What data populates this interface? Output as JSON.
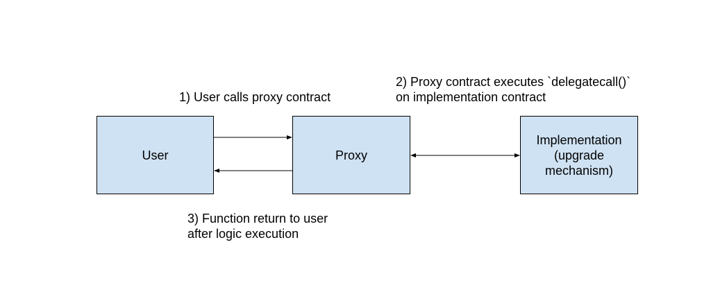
{
  "diagram": {
    "nodes": {
      "user": {
        "label": "User"
      },
      "proxy": {
        "label": "Proxy"
      },
      "implementation": {
        "label": "Implementation\n(upgrade\nmechanism)"
      }
    },
    "edges": [
      {
        "from": "user",
        "to": "proxy",
        "direction": "forward"
      },
      {
        "from": "proxy",
        "to": "user",
        "direction": "forward"
      },
      {
        "from": "proxy",
        "to": "implementation",
        "direction": "bidirectional"
      }
    ],
    "annotations": {
      "step1": {
        "line1": "1) User calls proxy contract"
      },
      "step2": {
        "line1": "2) Proxy contract executes `delegatecall()`",
        "line2": "on implementation contract"
      },
      "step3": {
        "line1": "3) Function return to user",
        "line2": "after logic execution"
      }
    },
    "colors": {
      "box_fill": "#cfe2f3",
      "box_border": "#000000",
      "arrow": "#000000",
      "text": "#000000"
    }
  }
}
